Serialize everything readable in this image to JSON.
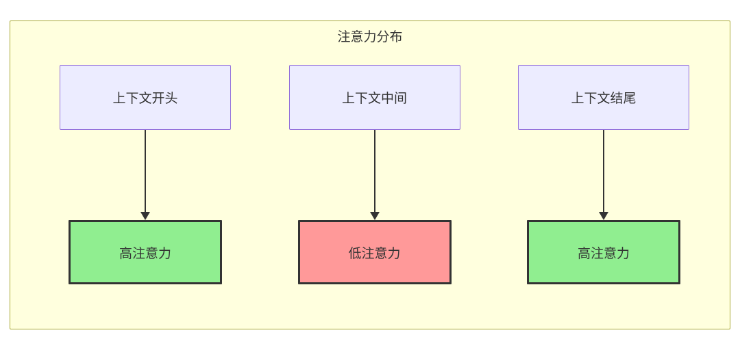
{
  "diagram": {
    "title": "注意力分布",
    "columns": [
      {
        "source": "上下文开头",
        "target": "高注意力",
        "target_type": "high"
      },
      {
        "source": "上下文中间",
        "target": "低注意力",
        "target_type": "low"
      },
      {
        "source": "上下文结尾",
        "target": "高注意力",
        "target_type": "high"
      }
    ]
  },
  "colors": {
    "canvas-bg": "#ffffff",
    "container-bg": "#ffffde",
    "container-border": "#aaaa33",
    "source-fill": "#ececff",
    "source-border": "#9370db",
    "high-fill": "#90ee90",
    "low-fill": "#ff9999",
    "target-border": "#333333",
    "arrow": "#333333",
    "text": "#333333"
  }
}
